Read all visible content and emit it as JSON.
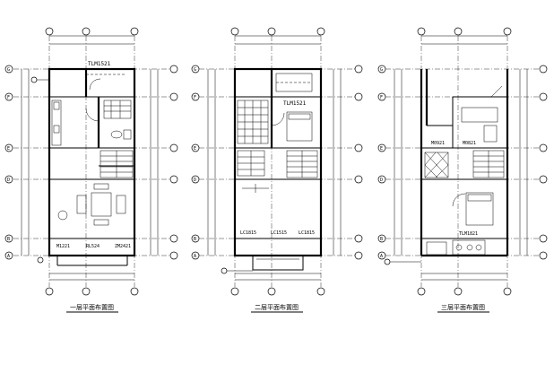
{
  "plans": [
    {
      "id": "plan-1",
      "title": "一层平面布置图",
      "row_labels": [
        "G",
        "F",
        "E",
        "D",
        "B",
        "A"
      ],
      "room_labels": [
        "TLM1521",
        "M1221",
        "RL524",
        "ZM2421"
      ]
    },
    {
      "id": "plan-2",
      "title": "二层平面布置图",
      "row_labels": [
        "G",
        "F",
        "E",
        "D",
        "B",
        "A"
      ],
      "room_labels": [
        "TLM1521",
        "LC1815",
        "LC1515",
        "LC1815"
      ]
    },
    {
      "id": "plan-3",
      "title": "三层平面布置图",
      "row_labels": [
        "G",
        "F",
        "E",
        "D",
        "B",
        "A"
      ],
      "room_labels": [
        "M0921",
        "M0821",
        "TLM1821"
      ]
    }
  ]
}
